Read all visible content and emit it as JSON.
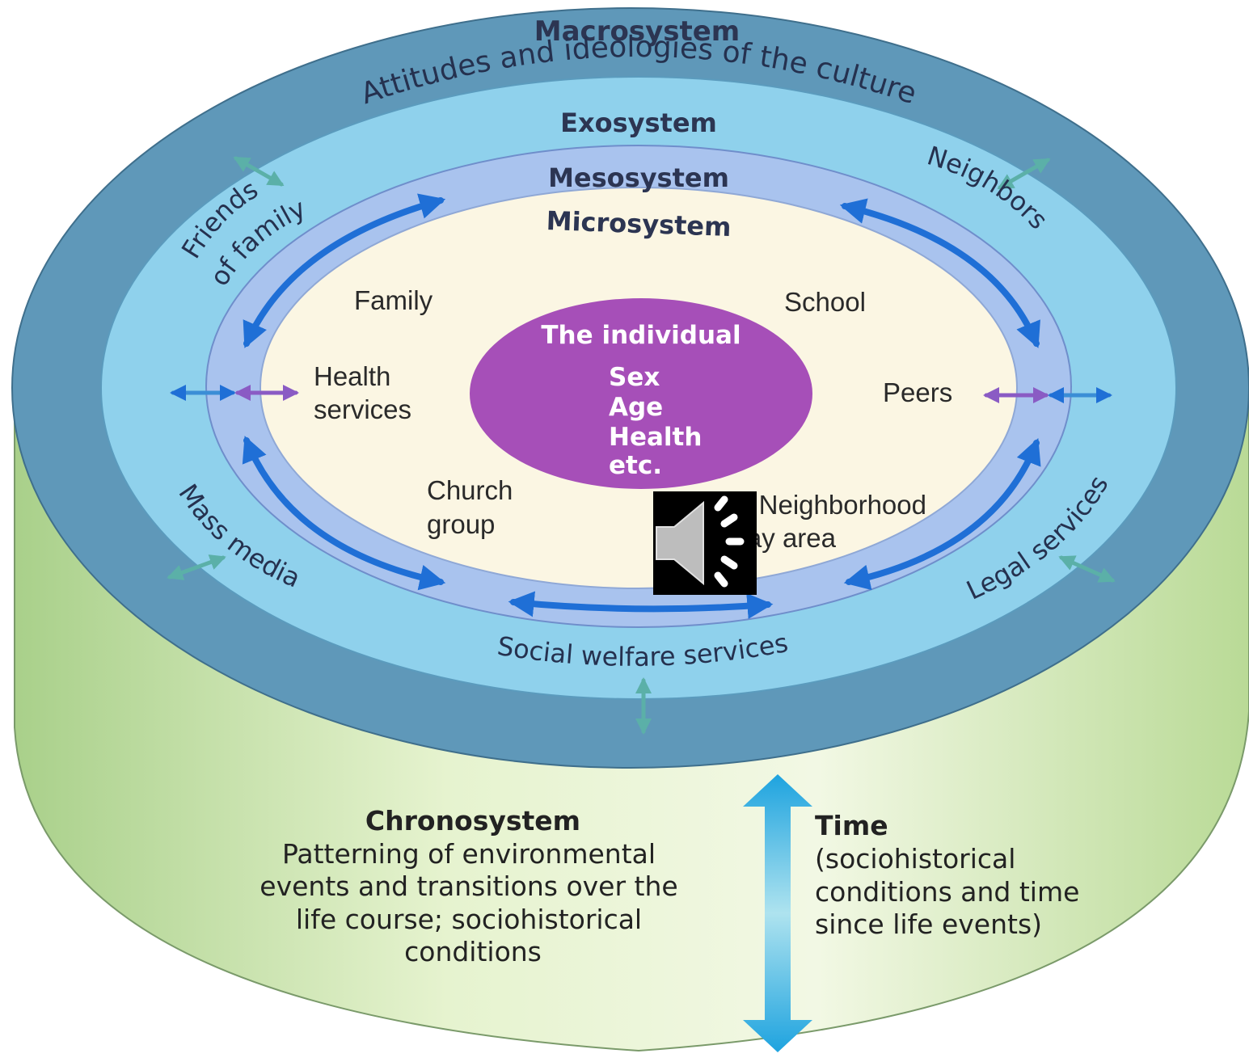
{
  "macrosystem": {
    "title": "Macrosystem",
    "subtitle": "Attitudes and ideologies of the culture"
  },
  "exosystem": {
    "title": "Exosystem",
    "items": {
      "friends_line1": "Friends",
      "friends_line2": "of family",
      "neighbors": "Neighbors",
      "mass_media": "Mass media",
      "legal_services": "Legal services",
      "social_welfare": "Social welfare services"
    }
  },
  "mesosystem": {
    "title": "Mesosystem"
  },
  "microsystem": {
    "title": "Microsystem",
    "items": {
      "family": "Family",
      "school": "School",
      "health_line1": "Health",
      "health_line2": "services",
      "peers": "Peers",
      "church_line1": "Church",
      "church_line2": "group",
      "neighborhood_line1": "Neighborhood",
      "neighborhood_line2": "play area"
    }
  },
  "individual": {
    "title": "The individual",
    "attributes": [
      "Sex",
      "Age",
      "Health",
      "etc."
    ]
  },
  "chronosystem": {
    "title": "Chronosystem",
    "lines": [
      "Patterning of environmental",
      "events and transitions over the",
      "life course; sociohistorical",
      "conditions"
    ]
  },
  "time": {
    "title": "Time",
    "lines": [
      "(sociohistorical",
      "conditions and time",
      "since life events)"
    ]
  },
  "audio_icon": "speaker-icon",
  "colors": {
    "macro": "#5f98b9",
    "exo": "#8fd1ec",
    "meso": "#a9c3ee",
    "micro": "#fbf6e3",
    "individual": "#a64fb8",
    "arrow": "#1f6fd6",
    "cylinder_side": "#c9e3a6"
  }
}
